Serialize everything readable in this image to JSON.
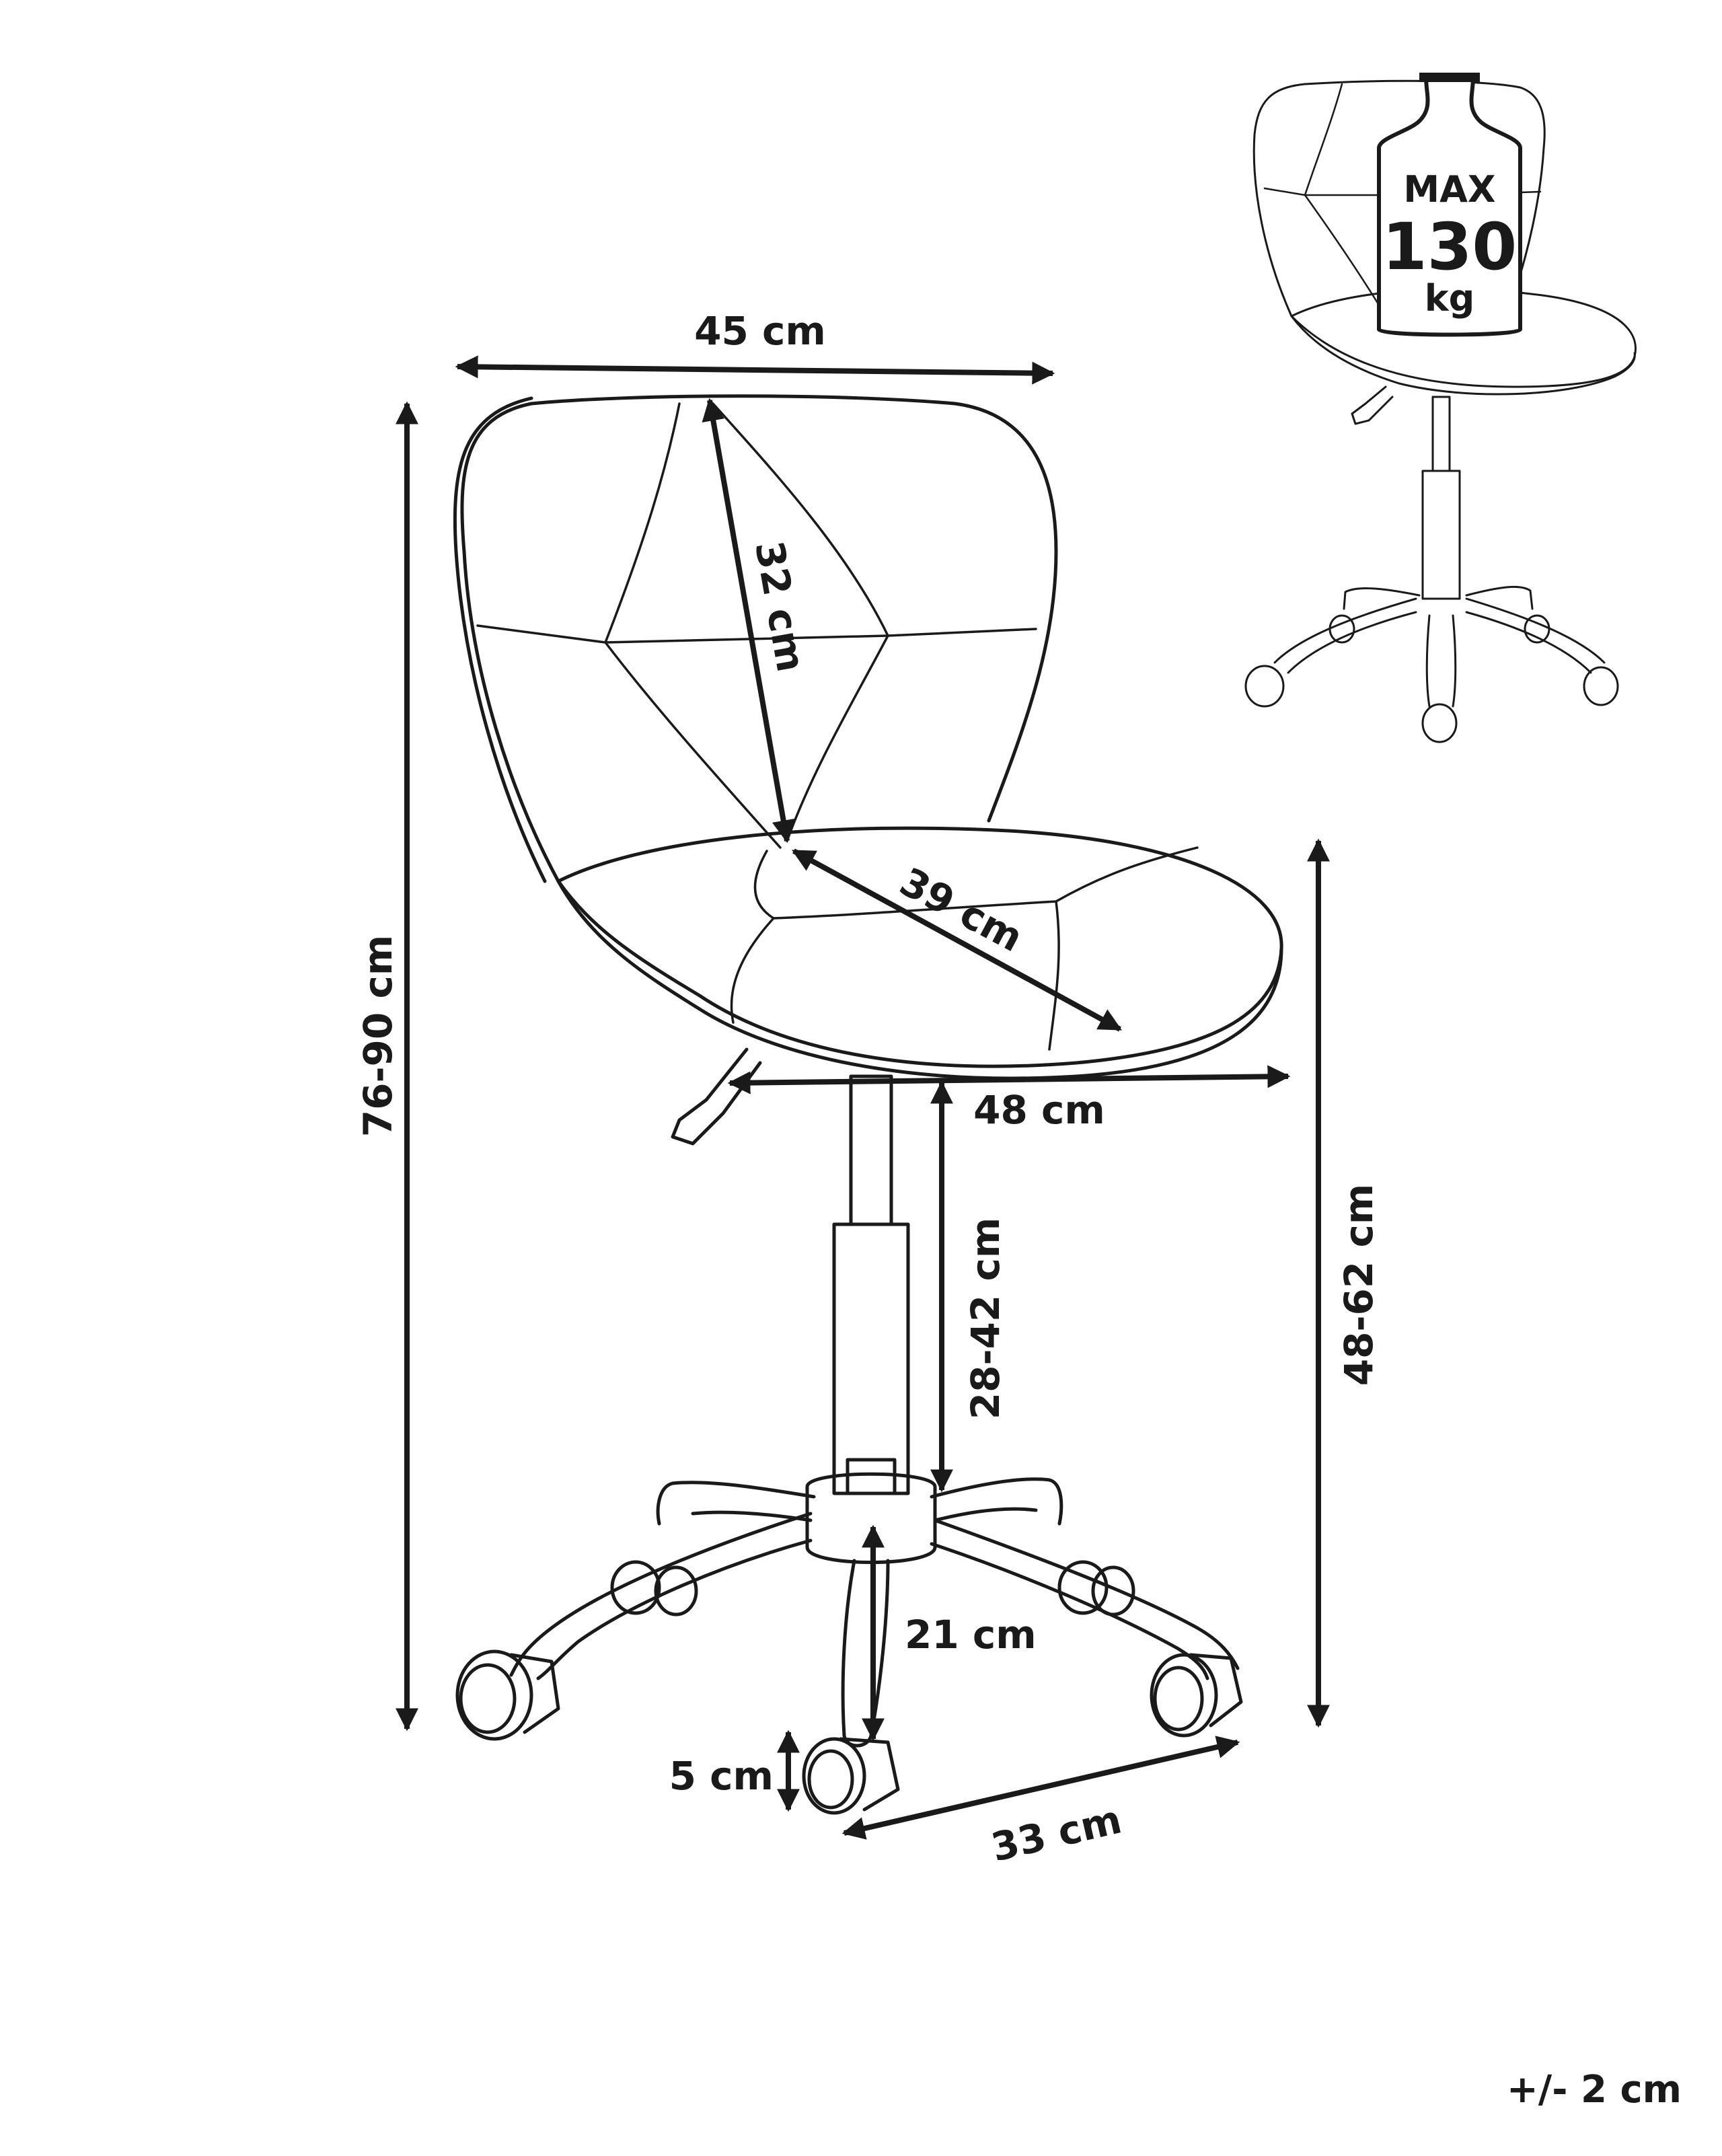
{
  "dimensions": {
    "seat_width": "45 cm",
    "overall_height": "76-90 cm",
    "backrest_height": "32 cm",
    "seat_depth": "39 cm",
    "seat_depth_overall": "48 cm",
    "seat_height": "48-62 cm",
    "gas_lift_height": "28-42 cm",
    "base_arm_length": "21 cm",
    "caster_height": "5 cm",
    "caster_spacing": "33 cm"
  },
  "load_badge": {
    "label_top": "MAX",
    "value": "130",
    "unit": "kg"
  },
  "tolerance": "+/- 2 cm",
  "colors": {
    "line": "#1a1a1a",
    "background": "#ffffff"
  }
}
